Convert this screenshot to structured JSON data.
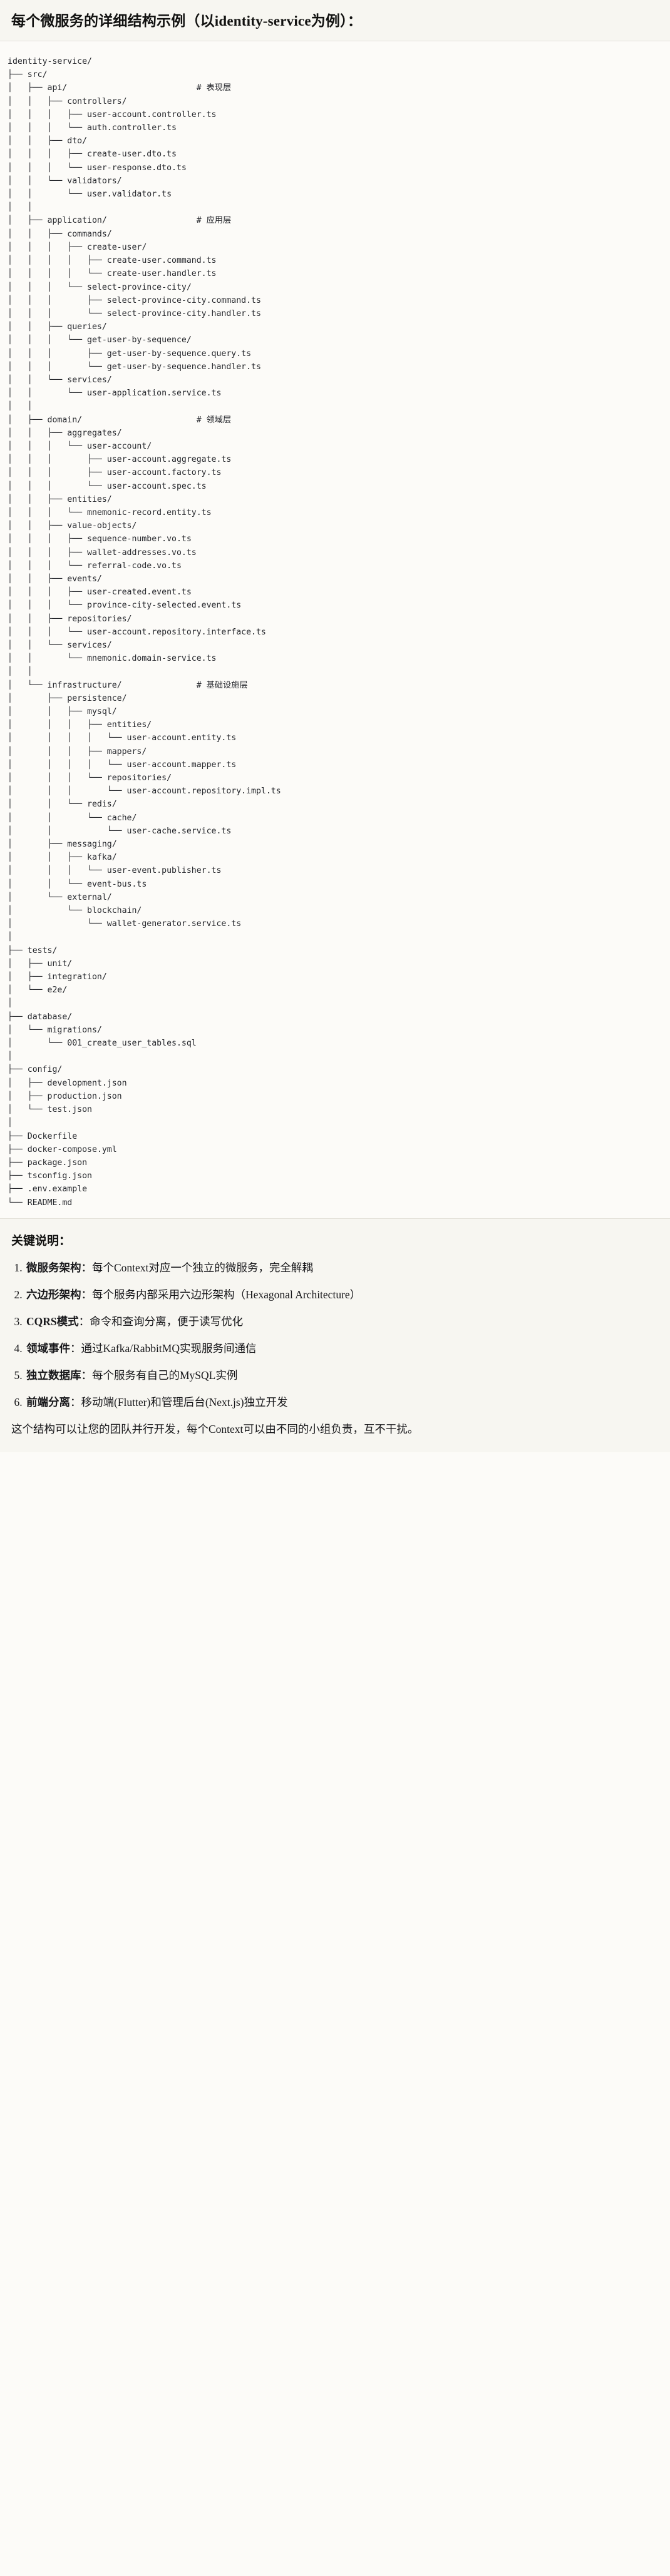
{
  "heading": "每个微服务的详细结构示例（以identity-service为例）：",
  "tree": {
    "root": "identity-service/",
    "lines": [
      "identity-service/",
      "├── src/",
      "│   ├── api/                          # 表现层",
      "│   │   ├── controllers/",
      "│   │   │   ├── user-account.controller.ts",
      "│   │   │   └── auth.controller.ts",
      "│   │   ├── dto/",
      "│   │   │   ├── create-user.dto.ts",
      "│   │   │   └── user-response.dto.ts",
      "│   │   └── validators/",
      "│   │       └── user.validator.ts",
      "│   │",
      "│   ├── application/                  # 应用层",
      "│   │   ├── commands/",
      "│   │   │   ├── create-user/",
      "│   │   │   │   ├── create-user.command.ts",
      "│   │   │   │   └── create-user.handler.ts",
      "│   │   │   └── select-province-city/",
      "│   │   │       ├── select-province-city.command.ts",
      "│   │   │       └── select-province-city.handler.ts",
      "│   │   ├── queries/",
      "│   │   │   └── get-user-by-sequence/",
      "│   │   │       ├── get-user-by-sequence.query.ts",
      "│   │   │       └── get-user-by-sequence.handler.ts",
      "│   │   └── services/",
      "│   │       └── user-application.service.ts",
      "│   │",
      "│   ├── domain/                       # 领域层",
      "│   │   ├── aggregates/",
      "│   │   │   └── user-account/",
      "│   │   │       ├── user-account.aggregate.ts",
      "│   │   │       ├── user-account.factory.ts",
      "│   │   │       └── user-account.spec.ts",
      "│   │   ├── entities/",
      "│   │   │   └── mnemonic-record.entity.ts",
      "│   │   ├── value-objects/",
      "│   │   │   ├── sequence-number.vo.ts",
      "│   │   │   ├── wallet-addresses.vo.ts",
      "│   │   │   └── referral-code.vo.ts",
      "│   │   ├── events/",
      "│   │   │   ├── user-created.event.ts",
      "│   │   │   └── province-city-selected.event.ts",
      "│   │   ├── repositories/",
      "│   │   │   └── user-account.repository.interface.ts",
      "│   │   └── services/",
      "│   │       └── mnemonic.domain-service.ts",
      "│   │",
      "│   └── infrastructure/               # 基础设施层",
      "│       ├── persistence/",
      "│       │   ├── mysql/",
      "│       │   │   ├── entities/",
      "│       │   │   │   └── user-account.entity.ts",
      "│       │   │   ├── mappers/",
      "│       │   │   │   └── user-account.mapper.ts",
      "│       │   │   └── repositories/",
      "│       │   │       └── user-account.repository.impl.ts",
      "│       │   └── redis/",
      "│       │       └── cache/",
      "│       │           └── user-cache.service.ts",
      "│       ├── messaging/",
      "│       │   ├── kafka/",
      "│       │   │   └── user-event.publisher.ts",
      "│       │   └── event-bus.ts",
      "│       └── external/",
      "│           └── blockchain/",
      "│               └── wallet-generator.service.ts",
      "│",
      "├── tests/",
      "│   ├── unit/",
      "│   ├── integration/",
      "│   └── e2e/",
      "│",
      "├── database/",
      "│   └── migrations/",
      "│       └── 001_create_user_tables.sql",
      "│",
      "├── config/",
      "│   ├── development.json",
      "│   ├── production.json",
      "│   └── test.json",
      "│",
      "├── Dockerfile",
      "├── docker-compose.yml",
      "├── package.json",
      "├── tsconfig.json",
      "├── .env.example",
      "└── README.md"
    ],
    "comments": [
      {
        "path": "src/api/",
        "text": "# 表现层"
      },
      {
        "path": "src/application/",
        "text": "# 应用层"
      },
      {
        "path": "src/domain/",
        "text": "# 领域层"
      },
      {
        "path": "src/infrastructure/",
        "text": "# 基础设施层"
      }
    ]
  },
  "notes": {
    "title": "关键说明：",
    "items": [
      {
        "number": "1.",
        "term": "微服务架构",
        "sep": "：",
        "desc": "每个Context对应一个独立的微服务，完全解耦"
      },
      {
        "number": "2.",
        "term": "六边形架构",
        "sep": "：",
        "desc": "每个服务内部采用六边形架构（Hexagonal Architecture）"
      },
      {
        "number": "3.",
        "term": "CQRS模式",
        "sep": "：",
        "desc": "命令和查询分离，便于读写优化"
      },
      {
        "number": "4.",
        "term": "领域事件",
        "sep": "：",
        "desc": "通过Kafka/RabbitMQ实现服务间通信"
      },
      {
        "number": "5.",
        "term": "独立数据库",
        "sep": "：",
        "desc": "每个服务有自己的MySQL实例"
      },
      {
        "number": "6.",
        "term": "前端分离",
        "sep": "：",
        "desc": "移动端(Flutter)和管理后台(Next.js)独立开发"
      }
    ],
    "closing": "这个结构可以让您的团队并行开发，每个Context可以由不同的小组负责，互不干扰。"
  },
  "colors": {
    "page_bg": "#fcfbf8",
    "band_bg": "#f7f6f1",
    "rule": "#e3e1d9",
    "code_text": "#24262b",
    "body_text": "#17171a"
  }
}
